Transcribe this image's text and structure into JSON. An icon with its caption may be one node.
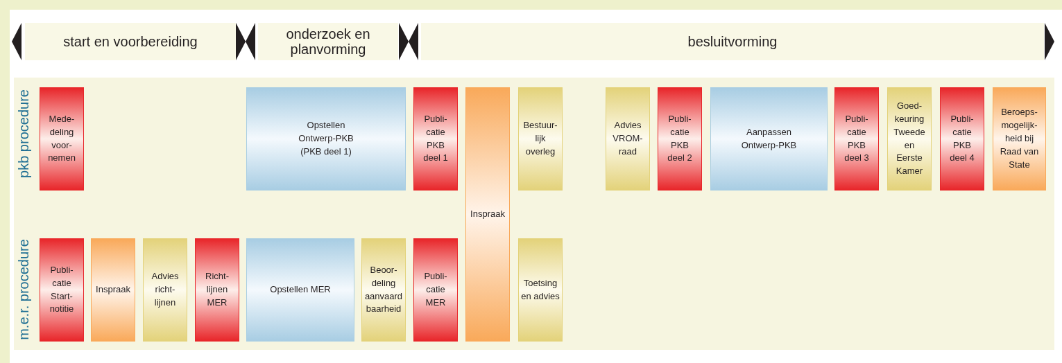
{
  "diagram": {
    "nodes": [
      {
        "text": [
          "start en voorbereiding"
        ]
      },
      {
        "text": [
          "onderzoek en planvorming"
        ]
      },
      {
        "text": [
          "besluitvorming"
        ]
      },
      {
        "text": [
          "Mede- deling voor- nemen"
        ]
      },
      {
        "text": [
          "Opstellen Ontwerp-PKB (PKB deel 1)"
        ]
      },
      {
        "text": [
          "Publi- catie PKB deel 1"
        ]
      },
      {
        "text": [
          "Inspraak"
        ]
      },
      {
        "text": [
          "Bestuur- lijk overleg"
        ]
      },
      {
        "text": [
          "Advies VROM- raad"
        ]
      },
      {
        "text": [
          "Publi- catie PKB deel 2"
        ]
      },
      {
        "text": [
          "Aanpassen Ontwerp-PKB"
        ]
      },
      {
        "text": [
          "Publi- catie PKB deel 3"
        ]
      },
      {
        "text": [
          "Goed- keuring Tweede en Eerste Kamer"
        ]
      },
      {
        "text": [
          "Publi- catie PKB deel 4"
        ]
      },
      {
        "text": [
          "Beroeps- mogelijk- heid bij Raad van State"
        ]
      },
      {
        "text": [
          "Publi- catie Start- notitie"
        ]
      },
      {
        "text": [
          "Inspraak"
        ]
      },
      {
        "text": [
          "Advies richt- lijnen"
        ]
      },
      {
        "text": [
          "Richt- lijnen MER"
        ]
      },
      {
        "text": [
          "Opstellen MER"
        ]
      },
      {
        "text": [
          "Beoor- deling aanvaard baarheid"
        ]
      },
      {
        "text": [
          "Publi- catie MER"
        ]
      },
      {
        "text": [
          "Toetsing en advies"
        ]
      }
    ],
    "labels": [
      "pkb procedure",
      "m.e.r. procedure"
    ]
  }
}
